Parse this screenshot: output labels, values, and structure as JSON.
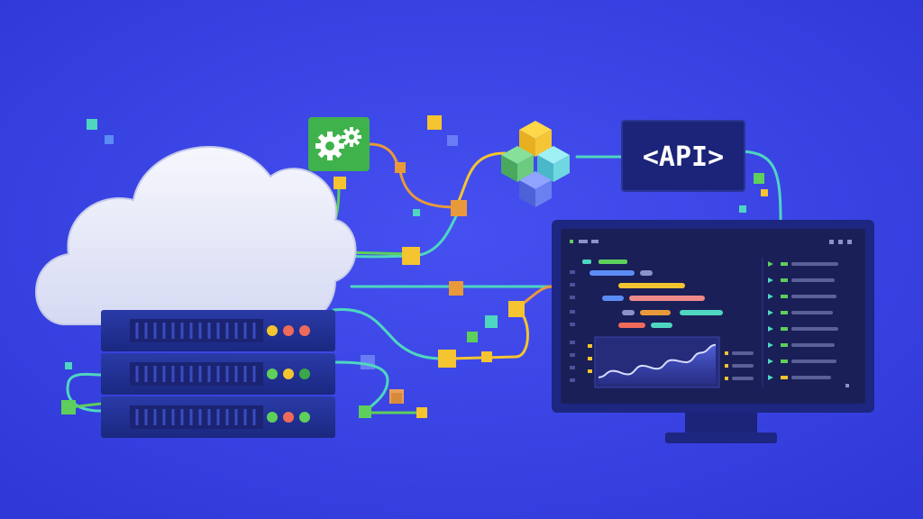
{
  "api_badge": {
    "label": "<API>"
  },
  "colors": {
    "background": "#3b45e8",
    "cloud": "#eef0fb",
    "server": "#1f2f8f",
    "monitor_frame": "#1d2680",
    "screen": "#1a1f57",
    "gear_box": "#3fb24b",
    "connector_yellow": "#f4c431",
    "connector_orange": "#e89a3a",
    "connector_teal": "#4fd6c0",
    "connector_green": "#5ecf5b"
  },
  "icons": {
    "settings_box": "gear-icon",
    "blocks": "cube-cluster-icon",
    "cloud": "cloud-icon",
    "servers": "server-rack-icon",
    "monitor": "monitor-icon"
  },
  "chart_widget": {
    "series": [
      0.15,
      0.3,
      0.22,
      0.42,
      0.35,
      0.55,
      0.5,
      0.72,
      0.9
    ]
  }
}
